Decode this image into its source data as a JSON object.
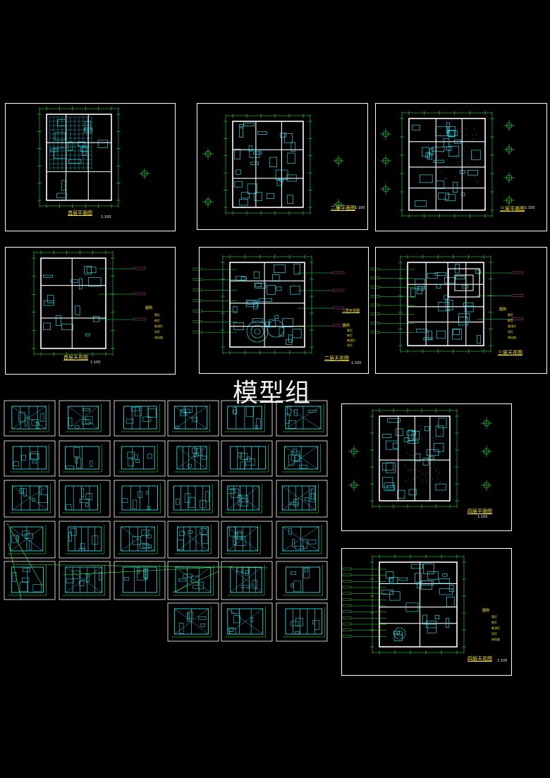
{
  "watermark": "模型组",
  "colors": {
    "background": "#000000",
    "frame": "#ffffff",
    "plan": "#3af0ff",
    "dim": "#34ff4a",
    "title": "#ffe94a"
  },
  "sheets": {
    "first_floor_plan": {
      "title": "首层平面图",
      "scale": "1:100"
    },
    "second_floor_plan": {
      "title": "二层平面图",
      "scale": "1:100"
    },
    "third_floor_plan": {
      "title": "三层平面图",
      "scale": "1:100"
    },
    "first_floor_ceiling": {
      "title": "首层天花图",
      "scale": "1:100"
    },
    "second_floor_ceiling": {
      "title": "二层天花图",
      "scale": "1:100",
      "detail": "二层天花图"
    },
    "third_floor_ceiling": {
      "title": "三层天花图",
      "scale": ""
    },
    "fourth_floor_plan": {
      "title": "四层平面图",
      "scale": "1:100"
    },
    "fourth_floor_ceiling": {
      "title": "四层天花图",
      "scale": "1:100"
    }
  },
  "legend": {
    "title": "图例",
    "items": [
      "筒灯",
      "射灯",
      "吸顶灯",
      "吊灯",
      "排风扇"
    ]
  }
}
